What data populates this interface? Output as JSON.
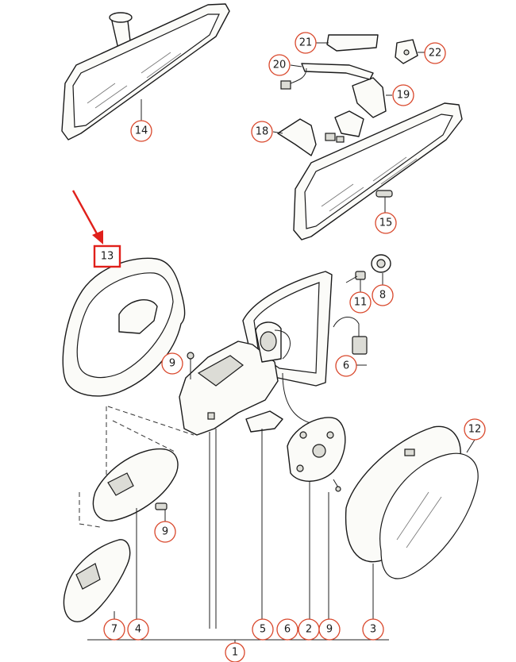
{
  "callouts": {
    "c1": "1",
    "c2": "2",
    "c3": "3",
    "c4": "4",
    "c5": "5",
    "c6a": "6",
    "c6b": "6",
    "c7": "7",
    "c8": "8",
    "c9a": "9",
    "c9b": "9",
    "c9c": "9",
    "c11": "11",
    "c12": "12",
    "c13": "13",
    "c14": "14",
    "c15": "15",
    "c18": "18",
    "c19": "19",
    "c20": "20",
    "c21": "21",
    "c22": "22"
  },
  "highlight": {
    "label_ref": "13",
    "color": "#e0201b"
  },
  "colors": {
    "callout_ring": "#d9472b",
    "line": "#1a1a1a"
  }
}
